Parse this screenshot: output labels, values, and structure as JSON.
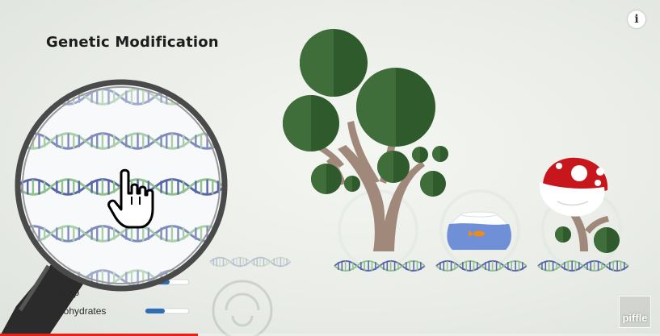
{
  "scene": {
    "title": "Genetic Modification",
    "info_glyph": "i",
    "watermark": "piffle",
    "nutrient_rows": [
      {
        "label": "th sp",
        "level": 0.55
      },
      {
        "label": "oohydrates",
        "level": 0.45
      }
    ]
  },
  "video": {
    "progress": 0.3,
    "progress_color": "#e62117"
  },
  "colors": {
    "tree_green": "#3f6e3a",
    "tree_green_dark": "#2f5a2c",
    "trunk": "#a0887a",
    "dna_blue": "#5866a8",
    "dna_green": "#8fc08e",
    "mushroom_red": "#c8161d",
    "fishbowl_water": "#6f8fd6",
    "fish": "#f08a1a"
  },
  "icons": [
    "info-icon",
    "magnifier-icon",
    "hand-pointer-icon",
    "tree-icon",
    "fishbowl-icon",
    "mushroom-icon",
    "dna-icon"
  ]
}
